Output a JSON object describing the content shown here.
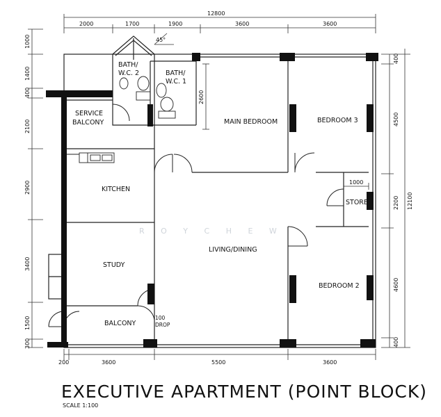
{
  "title": "EXECUTIVE APARTMENT (POINT BLOCK)",
  "scale": "SCALE 1:100",
  "watermark": "R O Y   C H E W",
  "angle_label": "45°",
  "rooms": {
    "bath2_line1": "BATH/",
    "bath2_line2": "W.C. 2",
    "bath1_line1": "BATH/",
    "bath1_line2": "W.C. 1",
    "main_bedroom": "MAIN BEDROOM",
    "bedroom3": "BEDROOM 3",
    "service_line1": "SERVICE",
    "service_line2": "BALCONY",
    "kitchen": "KITCHEN",
    "store": "STORE",
    "living": "LIVING/DINING",
    "study": "STUDY",
    "bedroom2": "BEDROOM 2",
    "balcony": "BALCONY",
    "drop_line1": "100",
    "drop_line2": "DROP"
  },
  "dims": {
    "top_total": "12800",
    "top": [
      "2000",
      "1700",
      "1900",
      "3600",
      "3600"
    ],
    "bottom": [
      "200",
      "3600",
      "5500",
      "3600"
    ],
    "left": [
      "1000",
      "1400",
      "400",
      "2100",
      "2900",
      "3400",
      "1500",
      "300"
    ],
    "right": [
      "400",
      "4500",
      "2200",
      "4600",
      "400"
    ],
    "right_total": "12100",
    "inner_2600": "2600",
    "inner_1000": "1000"
  },
  "colors": {
    "wall": "#111111",
    "line": "#222222",
    "watermark": "#cfd4da"
  }
}
